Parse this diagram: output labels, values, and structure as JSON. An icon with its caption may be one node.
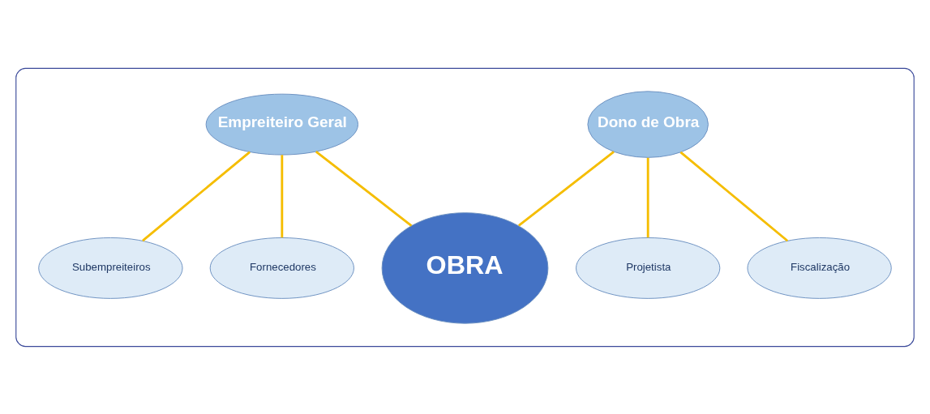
{
  "diagram": {
    "nodes": [
      {
        "text": [],
        "shape": "ellipse"
      },
      {
        "text": [
          "Empreiteiro Geral"
        ],
        "in": 0
      },
      {
        "text": [
          "Dono de Obra"
        ],
        "in": 0
      },
      {
        "text": [
          "Subempreiteiros"
        ],
        "in": 0
      },
      {
        "text": [
          "OBRA"
        ],
        "in": 0
      },
      {
        "text": [
          "Fiscalização"
        ],
        "in": 0
      },
      {
        "text": [
          "Fornecedores"
        ],
        "in": 0
      },
      {
        "text": [
          "Projetista"
        ],
        "in": 0
      }
    ],
    "edges": [
      {
        "from": 1,
        "to": 3,
        "arrow": "none"
      },
      {
        "from": 1,
        "to": 6,
        "arrow": "none"
      },
      {
        "from": 1,
        "to": 4,
        "arrow": "none"
      },
      {
        "from": 2,
        "to": 4,
        "arrow": "none"
      },
      {
        "from": 2,
        "to": 7,
        "arrow": "none"
      },
      {
        "from": 2,
        "to": 5,
        "arrow": "none"
      }
    ]
  }
}
